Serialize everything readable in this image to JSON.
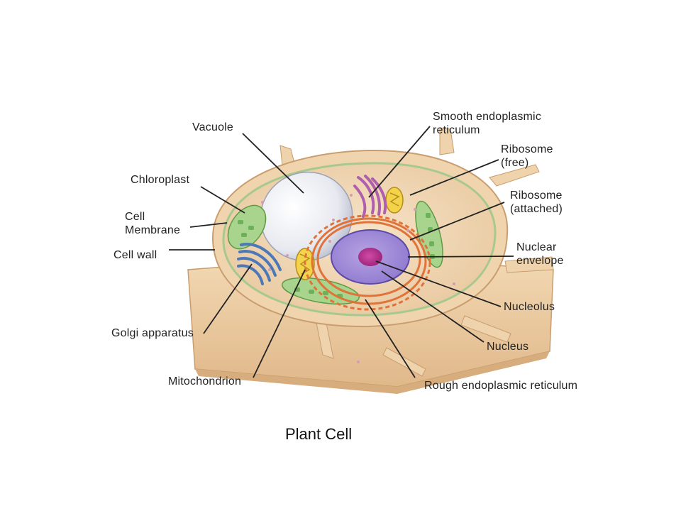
{
  "diagram": {
    "title": "Plant Cell",
    "labels": {
      "vacuole": "Vacuole",
      "chloroplast": "Chloroplast",
      "cell_membrane": "Cell\nMembrane",
      "cell_wall": "Cell wall",
      "golgi": "Golgi apparatus",
      "mitochondrion": "Mitochondrion",
      "smooth_er": "Smooth endoplasmic\nreticulum",
      "ribosome_free": "Ribosome\n(free)",
      "ribosome_attached": "Ribosome\n(attached)",
      "nuclear_envelope": "Nuclear\nenvelope",
      "nucleolus": "Nucleolus",
      "nucleus": "Nucleus",
      "rough_er": "Rough endoplasmic reticulum"
    }
  }
}
